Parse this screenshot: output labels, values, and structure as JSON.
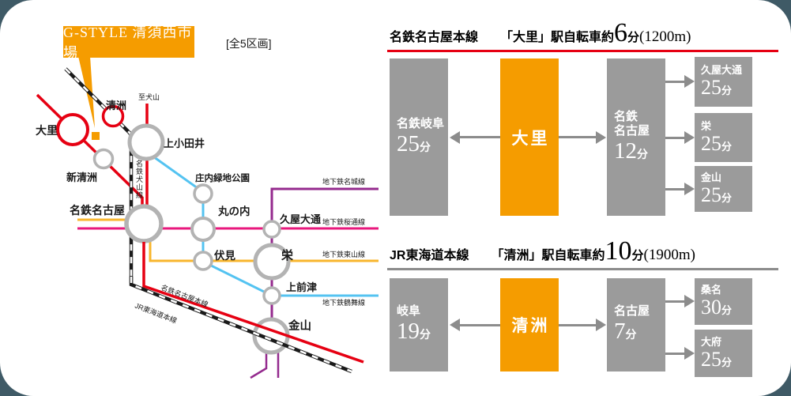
{
  "property": {
    "name": "G-STYLE 清須西市場",
    "lots_label": "[全5区画]"
  },
  "map": {
    "stations": {
      "osato": "大里",
      "kiyosu": "清洲",
      "shinkiyosu": "新清洲",
      "kamiotai": "上小田井",
      "shonai_ryokuchi_koen": "庄内緑地公園",
      "meitetsu_nagoya": "名鉄名古屋",
      "marunouchi": "丸の内",
      "hisaya_odori": "久屋大通",
      "fushimi": "伏見",
      "sakae": "栄",
      "kamimaezu": "上前津",
      "kanayama": "金山"
    },
    "line_labels": {
      "to_inuyama": "至犬山",
      "meitetsu_inuyama_line": "名鉄犬山線",
      "subway_meijo_line": "地下鉄名城線",
      "subway_sakuradori_line": "地下鉄桜通線",
      "subway_higashiyama_line": "地下鉄東山線",
      "subway_tsurumai_line": "地下鉄鶴舞線",
      "meitetsu_nagoya_main_line": "名鉄名古屋本線",
      "jr_tokaido_main_line": "JR東海道本線"
    },
    "line_colors": {
      "meitetsu_red": "#e60012",
      "jr_black": "#1a1a1a",
      "tsurumai_blue": "#54c3f1",
      "sakuradori_pink": "#e8187d",
      "higashiyama_yellow": "#f8b62d",
      "meijo_purple": "#942a8e"
    }
  },
  "routes": [
    {
      "line": "名鉄名古屋本線",
      "access_prefix": "「大里」駅自転車約",
      "access_minutes": "6",
      "minutes_unit": "分",
      "access_distance": "(1200m)",
      "underline_color": "#e60012",
      "left_terminal": {
        "name": "名鉄岐阜",
        "minutes": "25"
      },
      "origin_station": "大里",
      "hub": {
        "name": "名鉄\n名古屋",
        "minutes": "12"
      },
      "destinations": [
        {
          "name": "久屋大通",
          "minutes": "25"
        },
        {
          "name": "栄",
          "minutes": "25"
        },
        {
          "name": "金山",
          "minutes": "25"
        }
      ]
    },
    {
      "line": "JR東海道本線",
      "access_prefix": "「清洲」駅自転車約",
      "access_minutes": "10",
      "minutes_unit": "分",
      "access_distance": "(1900m)",
      "underline_color": "#8c8c8c",
      "left_terminal": {
        "name": "岐阜",
        "minutes": "19"
      },
      "origin_station": "清洲",
      "hub": {
        "name": "名古屋",
        "minutes": "7"
      },
      "destinations": [
        {
          "name": "桑名",
          "minutes": "30"
        },
        {
          "name": "大府",
          "minutes": "25"
        }
      ]
    }
  ],
  "accent": {
    "orange": "#f59c00",
    "box_gray": "#9b9b9b",
    "arrow_gray": "#8c8c8c",
    "outer_bg": "#3f5a66"
  }
}
